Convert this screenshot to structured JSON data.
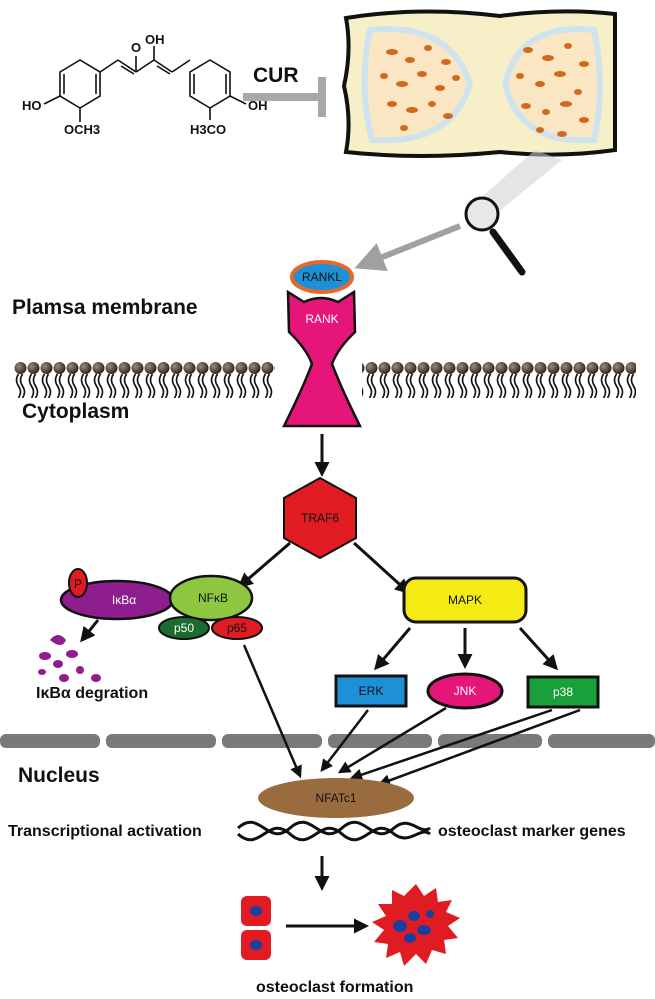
{
  "inhibitor": {
    "label": "CUR"
  },
  "molecule": {
    "ketone_o": "O",
    "enol_oh": "OH",
    "left_oh": "HO",
    "left_methoxy": "OCH3",
    "right_oh": "OH",
    "right_methoxy": "H3CO"
  },
  "regions": {
    "membrane": "Plamsa membrane",
    "cytoplasm": "Cytoplasm",
    "nucleus": "Nucleus"
  },
  "nodes": {
    "rankl": "RANKL",
    "rank": "RANK",
    "traf6": "TRAF6",
    "p": "P",
    "ikba": "IκBα",
    "nfkb": "NFκB",
    "p50": "p50",
    "p65": "p65",
    "mapk": "MAPK",
    "erk": "ERK",
    "jnk": "JNK",
    "p38": "p38",
    "nfatc1": "NFATc1"
  },
  "labels": {
    "degradation": "IκBα degration",
    "transcription": "Transcriptional activation",
    "marker_genes": "osteoclast marker genes",
    "formation": "osteoclast formation"
  },
  "colors": {
    "rank": "#e5157a",
    "rankl": "#1e90d8",
    "traf6": "#e01b22",
    "ikba": "#8e1e8e",
    "nfkb": "#8dc63f",
    "p50": "#1c6b2e",
    "p65": "#e01b22",
    "mapk": "#f3eb13",
    "erk": "#1e90d8",
    "jnk": "#e5157a",
    "p38": "#1aa03a",
    "nfatc1": "#9b6b40",
    "membrane_head": "#4a3c32",
    "bone_spots": "#d2691e",
    "osteoclast": "#e01b22",
    "nuclei": "#1b3fa0",
    "degradation": "#8e1e8e"
  }
}
